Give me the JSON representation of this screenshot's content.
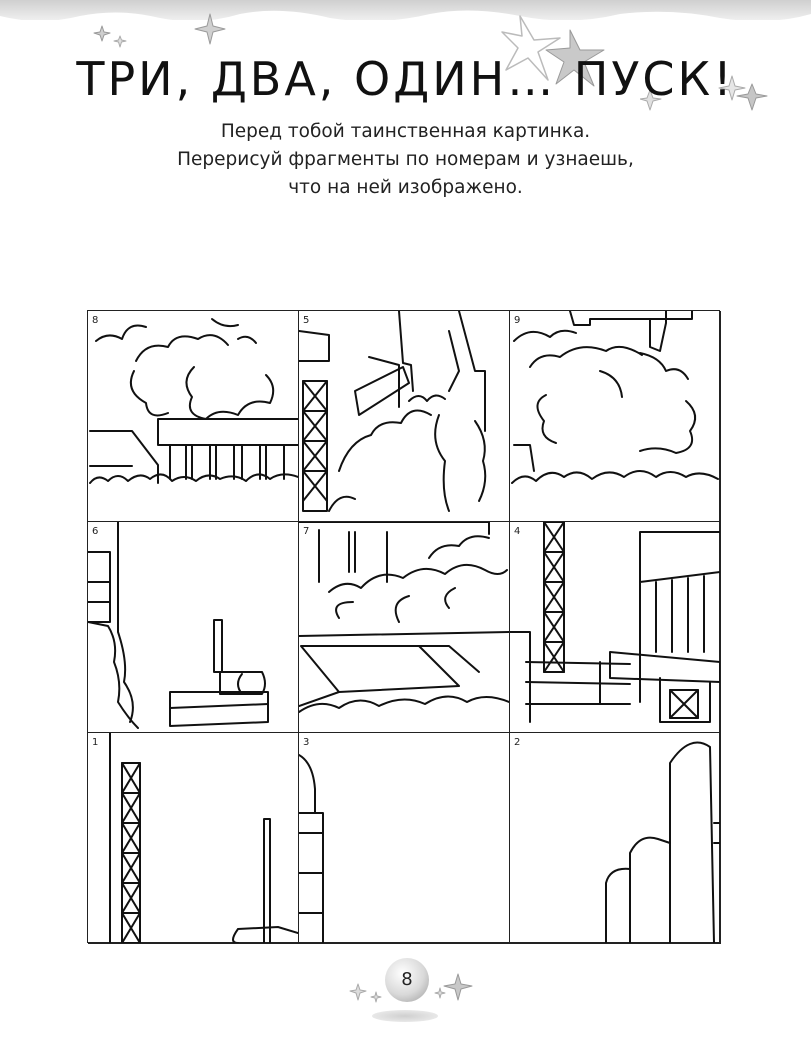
{
  "title": "ТРИ, ДВА, ОДИН… ПУСК!",
  "subtitle": [
    "Перед тобой таинственная картинка.",
    "Перерисуй фрагменты по номерам и узнаешь,",
    "что на ней изображено."
  ],
  "grid_numbers": [
    "8",
    "5",
    "9",
    "6",
    "7",
    "4",
    "1",
    "3",
    "2"
  ],
  "page_number": "8",
  "colors": {
    "ink": "#111111",
    "star_gray": "#bdbdbd",
    "band": "#d6d6d6"
  }
}
